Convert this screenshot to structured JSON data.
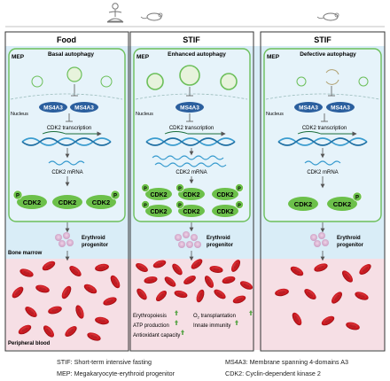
{
  "top_icons": [
    "meditation-person-icon",
    "mouse-icon",
    "mouse-icon"
  ],
  "panels": [
    {
      "title": "Food",
      "region": "MEP",
      "autophagy": "Basal autophagy",
      "nucleus": "Nucleus",
      "protein_left": "MS4A3",
      "protein_right": "MS4A3",
      "transcription": "CDK2 transcription",
      "mrna": "CDK2 mRNA",
      "cdk2": "CDK2",
      "phospho": "P",
      "progenitor_line1": "Erythroid",
      "progenitor_line2": "progenitor"
    },
    {
      "title": "STIF",
      "region": "MEP",
      "autophagy": "Enhanced autophagy",
      "nucleus": "Nucleus",
      "protein_left": "MS4A3",
      "transcription": "CDK2 transcription",
      "mrna": "CDK2 mRNA",
      "cdk2": "CDK2",
      "phospho": "P",
      "progenitor_line1": "Erythroid",
      "progenitor_line2": "progenitor"
    },
    {
      "title": "STIF",
      "region": "MEP",
      "autophagy": "Defective autophagy",
      "nucleus": "Nucleus",
      "protein_left": "MS4A3",
      "protein_right": "MS4A3",
      "transcription": "CDK2 transcription",
      "mrna": "CDK2 mRNA",
      "cdk2": "CDK2",
      "phospho": "P",
      "progenitor_line1": "Erythroid",
      "progenitor_line2": "progenitor"
    }
  ],
  "side_labels": {
    "bone_marrow": "Bone marrow",
    "peripheral_blood": "Peripheral blood"
  },
  "effects": {
    "left": [
      "Erythropoiesis",
      "ATP production",
      "Antioxidant capacity"
    ],
    "right_o2_prefix": "O",
    "right_o2_sub": "2",
    "right_o2_rest": " transplantation",
    "right_2": "Innate immunity"
  },
  "legend": [
    "STIF: Short-term intensive fasting",
    "MS4A3: Membrane spanning 4-domains A3",
    "MEP: Megakaryocyte-erythroid progenitor",
    "CDK2: Cyclin-dependent kinase 2"
  ],
  "colors": {
    "bone_marrow_bg": "#d9edf7",
    "blood_bg": "#f6dfe5",
    "mep_green": "#6cbf5a",
    "protein_blue": "#2b5f9e",
    "cdk2_green": "#6cc04a",
    "rbc_red": "#c8161d",
    "dna_blue": "#3a9ccf",
    "up_arrow_green": "#5aa64a"
  }
}
